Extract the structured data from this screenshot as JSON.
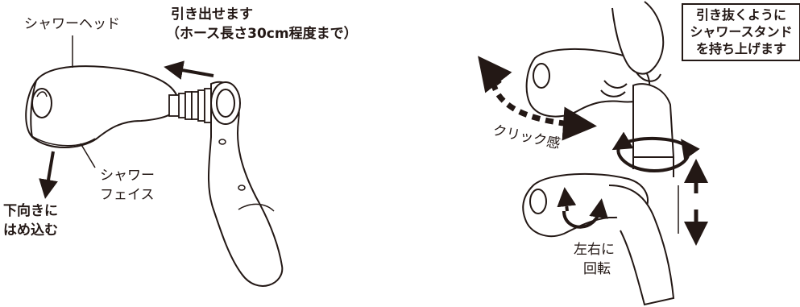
{
  "left": {
    "label_shower_head": "シャワーヘッド",
    "label_pull_line1": "引き出せます",
    "label_pull_line2": "（ホース長さ30cm程度まで）",
    "label_face_line1": "シャワー",
    "label_face_line2": "フェイス",
    "label_down_line1": "下向きに",
    "label_down_line2": "はめ込む"
  },
  "right": {
    "box_line1": "引き抜くように",
    "box_line2": "シャワースタンド",
    "box_line3": "を持ち上げます",
    "label_click": "クリック感",
    "label_rotate_line1": "左右に",
    "label_rotate_line2": "回転"
  }
}
